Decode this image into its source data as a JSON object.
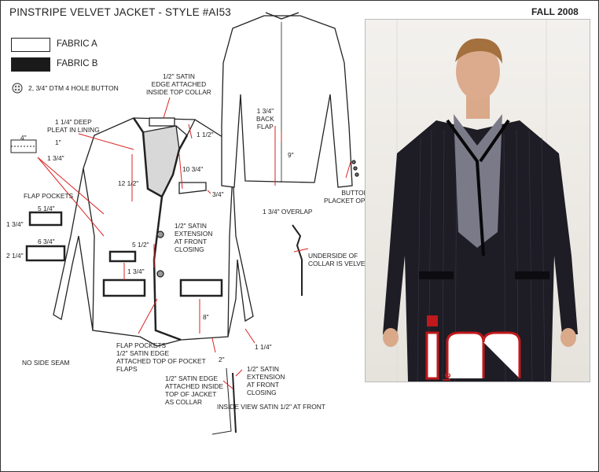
{
  "header": {
    "title": "PINSTRIPE VELVET JACKET - STYLE #AI53",
    "season": "FALL 2008"
  },
  "legend": {
    "fabric_a": "FABRIC A",
    "fabric_b": "FABRIC B",
    "fabric_a_color": "#ffffff",
    "fabric_b_color": "#1a1a1a",
    "button_note": "2,  3/4\" DTM 4 HOLE BUTTON"
  },
  "labels": {
    "satin_top_collar": "1/2\" SATIN\nEDGE ATTACHED\nINSIDE TOP COLLAR",
    "deep_pleat": "1 1/4\" DEEP\nPLEAT IN LINING",
    "pleat_w": "4\"",
    "pleat_h": "1\"",
    "side_134": "1 3/4\"",
    "lapel_112": "1 1/2\"",
    "lapel_1034": "10 3/4\"",
    "chest_1212": "12 1/2\"",
    "pocket_34": "3/4\"",
    "flap_pockets": "FLAP POCKETS",
    "flap1_w": "5 1/4\"",
    "flap1_h": "1 3/4\"",
    "flap2_w": "6 3/4\"",
    "flap2_h": "2 1/4\"",
    "satin_extension": "1/2\" SATIN\nEXTENSION\nAT FRONT\nCLOSING",
    "front_512": "5 1/2\"",
    "front_134": "1 3/4\"",
    "hem_8": "8\"",
    "hem_2": "2\"",
    "hem_114": "1 1/4\"",
    "flap_note": "FLAP POCKETS\n1/2\" SATIN EDGE\nATTACHED TOP OF POCKET\nFLAPS",
    "no_side_seam": "NO SIDE SEAM",
    "back_flap": "1 3/4\"\nBACK\nFLAP",
    "back_9": "9\"",
    "overlap": "1 3/4\" OVERLAP",
    "button_placket": "BUTTON\nPLACKET OPENING",
    "underside": "UNDERSIDE OF\nCOLLAR IS VELVET",
    "satin_collar": "1/2\" SATIN EDGE\nATTACHED INSIDE\nTOP OF JACKET\nAS COLLAR",
    "satin_extension2": "1/2\" SATIN\nEXTENSION\nAT FRONT\nCLOSING",
    "inside_view": "INSIDE VIEW SATIN 1/2\" AT FRONT"
  },
  "logo": {
    "text": "international male"
  }
}
